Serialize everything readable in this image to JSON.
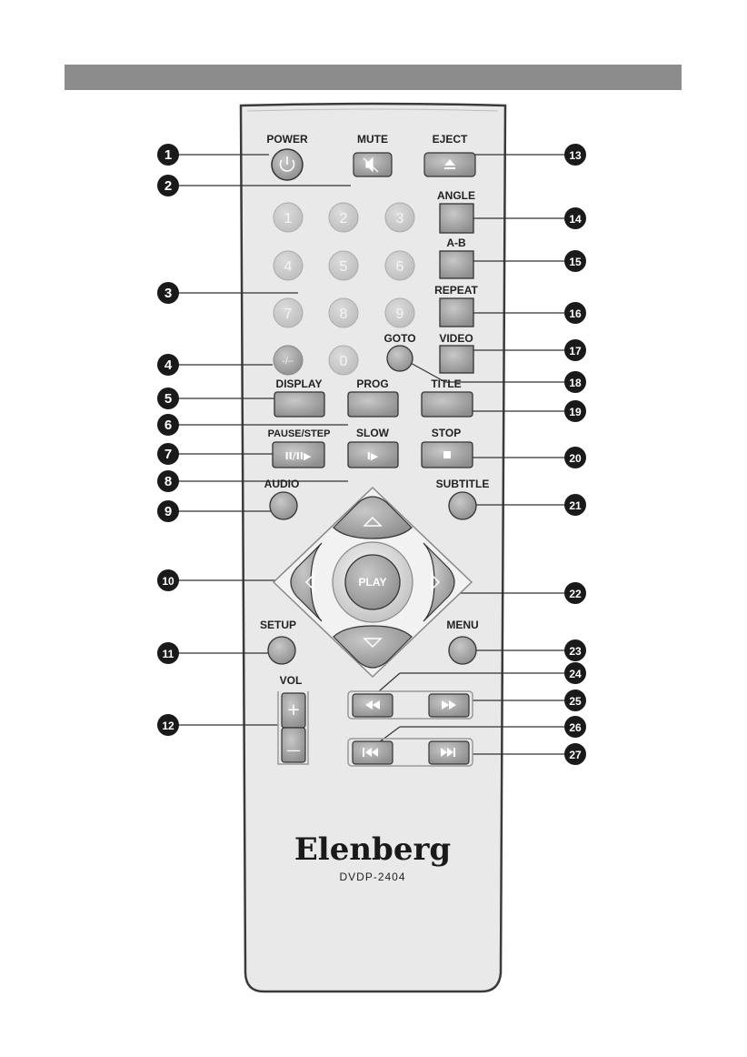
{
  "brand": "Elenberg",
  "model": "DVDP-2404",
  "labels": {
    "power": "POWER",
    "mute": "MUTE",
    "eject": "EJECT",
    "angle": "ANGLE",
    "ab": "A-B",
    "repeat": "REPEAT",
    "video": "VIDEO",
    "goto": "GOTO",
    "display": "DISPLAY",
    "prog": "PROG",
    "title": "TITLE",
    "pause_step": "PAUSE/STEP",
    "slow": "SLOW",
    "stop": "STOP",
    "audio": "AUDIO",
    "subtitle": "SUBTITLE",
    "play": "PLAY",
    "setup": "SETUP",
    "menu": "MENU",
    "vol": "VOL",
    "vol_plus": "+",
    "vol_minus": "—",
    "dash": "-/--"
  },
  "digits": [
    "1",
    "2",
    "3",
    "4",
    "5",
    "6",
    "7",
    "8",
    "9",
    "0"
  ],
  "callouts": [
    "1",
    "2",
    "3",
    "4",
    "5",
    "6",
    "7",
    "8",
    "9",
    "10",
    "11",
    "12",
    "13",
    "14",
    "15",
    "16",
    "17",
    "18",
    "19",
    "20",
    "21",
    "22",
    "23",
    "24",
    "25",
    "26",
    "27"
  ],
  "colors": {
    "header": "#8c8c8c",
    "body": "#e8e8e8",
    "button": "#a8a8a8",
    "callout": "#1a1a1a"
  }
}
